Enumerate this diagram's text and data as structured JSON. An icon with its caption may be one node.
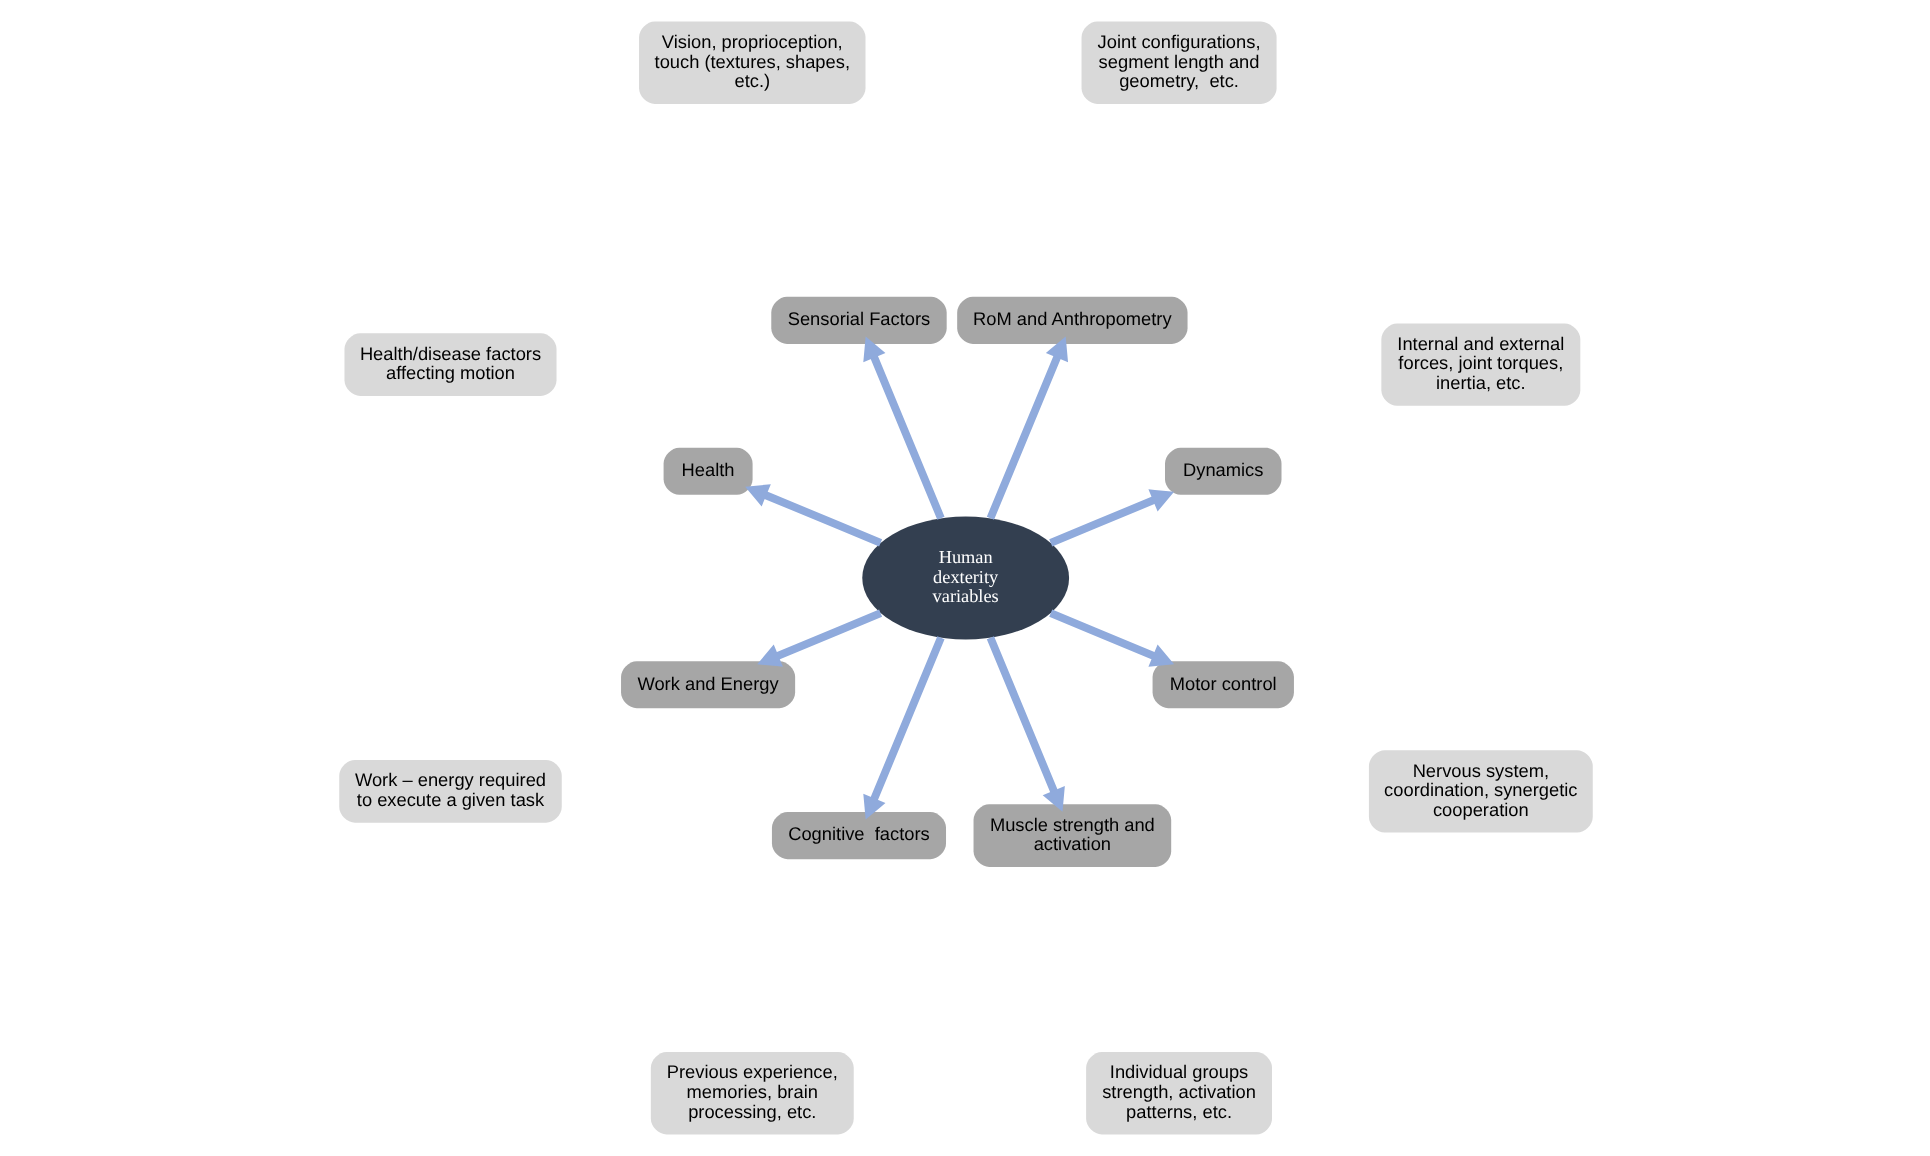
{
  "diagram": {
    "nodes": [
      {
        "text": [
          "Internal and external forces, joint torques, inertia, etc."
        ]
      },
      {
        "text": [
          "Joint configurations, segment length and geometry,  etc."
        ]
      },
      {
        "text": [
          "Dynamics"
        ]
      },
      {
        "text": [
          "Vision, proprioception, touch (textures, shapes, etc.)"
        ]
      },
      {
        "text": [
          "RoM and Anthropometry"
        ]
      },
      {
        "text": [
          "Sensorial Factors"
        ]
      },
      {
        "text": [
          "Work – energy required to execute a given task"
        ]
      },
      {
        "text": [
          "Health/disease factors affecting motion"
        ]
      },
      {
        "text": [
          "Health"
        ]
      },
      {
        "text": [
          "Human dexterity variables"
        ]
      },
      {
        "text": [
          "Work and Energy"
        ]
      },
      {
        "text": [
          "Cognitive  factors"
        ]
      },
      {
        "text": [
          "Muscle strength and activation"
        ]
      },
      {
        "text": [
          "Individual groups strength, activation patterns, etc."
        ]
      },
      {
        "text": [
          "Previous experience, memories, brain processing, etc."
        ]
      },
      {
        "text": [
          "Motor control"
        ]
      },
      {
        "text": [
          "Nervous system, coordination, synergetic cooperation"
        ]
      }
    ],
    "edges": [
      {
        "from": 9,
        "to": 2,
        "arrow": "to"
      },
      {
        "from": 9,
        "to": 5,
        "arrow": "to"
      },
      {
        "from": 9,
        "to": 10,
        "arrow": "to"
      },
      {
        "from": 9,
        "to": 12,
        "arrow": "to"
      },
      {
        "from": 9,
        "to": 15,
        "arrow": "to"
      },
      {
        "from": 9,
        "to": 11,
        "arrow": "to"
      },
      {
        "from": 9,
        "to": 8,
        "arrow": "to"
      },
      {
        "from": 9,
        "to": 4,
        "arrow": "to"
      }
    ]
  }
}
